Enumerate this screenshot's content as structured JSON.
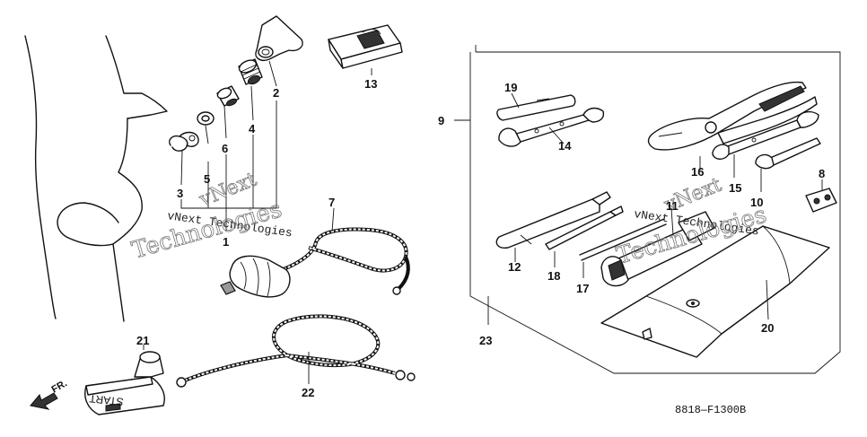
{
  "diagram": {
    "part_code": "8818—F1300B",
    "direction_label": "FR.",
    "start_grip_text": "START",
    "watermarks": {
      "company": "vNext Technologies",
      "short": "vNext",
      "word": "Technologies"
    },
    "callouts": {
      "c1": "1",
      "c2": "2",
      "c3": "3",
      "c4": "4",
      "c5": "5",
      "c6": "6",
      "c7": "7",
      "c8": "8",
      "c9": "9",
      "c10": "10",
      "c11": "11",
      "c12": "12",
      "c13": "13",
      "c14": "14",
      "c15": "15",
      "c16": "16",
      "c17": "17",
      "c18": "18",
      "c19": "19",
      "c20": "20",
      "c21": "21",
      "c22": "22",
      "c23": "23"
    }
  }
}
